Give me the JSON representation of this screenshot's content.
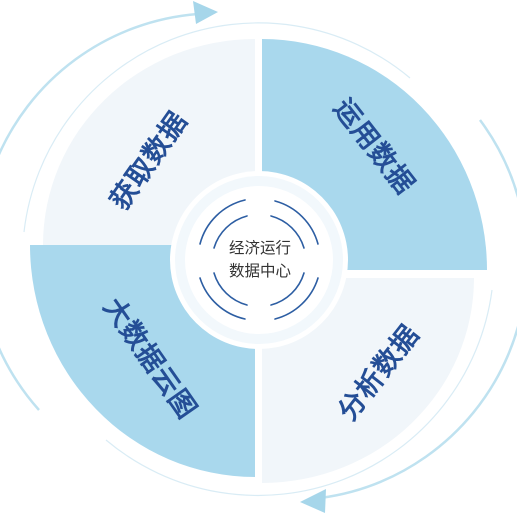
{
  "diagram": {
    "center": {
      "line1": "经济运行",
      "line2": "数据中心"
    },
    "quadrants": {
      "top_left": "获取数据",
      "top_right": "运用数据",
      "bottom_right": "分析数据",
      "bottom_left": "大数据云图"
    }
  },
  "colors": {
    "quadrant_light": "#f1f6fa",
    "quadrant_blue": "#a9d8ed",
    "text_blue": "#244e96",
    "cycle_arrow": "#a6d6ea",
    "center_ring": "#2d5ea3"
  }
}
